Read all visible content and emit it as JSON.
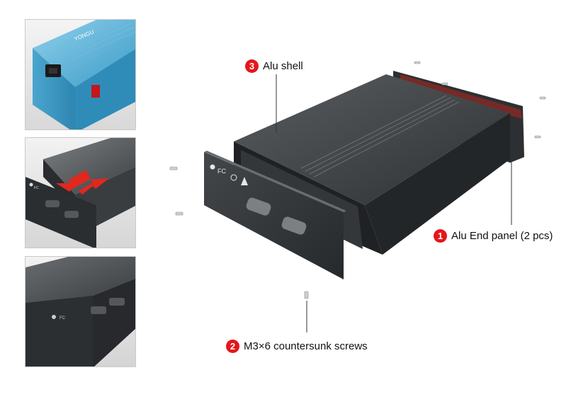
{
  "callouts": {
    "shell": {
      "number": "3",
      "label": "Alu shell"
    },
    "panel": {
      "number": "1",
      "label": "Alu End panel (2 pcs)"
    },
    "screws": {
      "number": "2",
      "label": "M3×6 countersunk screws"
    }
  },
  "thumbnails": {
    "top_brand_text": "YONGU"
  },
  "colors": {
    "badge": "#e5161c",
    "shell": "#3a3d40",
    "panel": "#2f3235",
    "blue_enclosure": "#4aa6cf",
    "arrow": "#e0281f"
  },
  "icons": [
    "recycle-icon",
    "fc-mark-icon",
    "ce-mark-icon",
    "weee-bin-icon",
    "db9-connector-icon",
    "power-socket-icon",
    "power-switch-icon"
  ]
}
